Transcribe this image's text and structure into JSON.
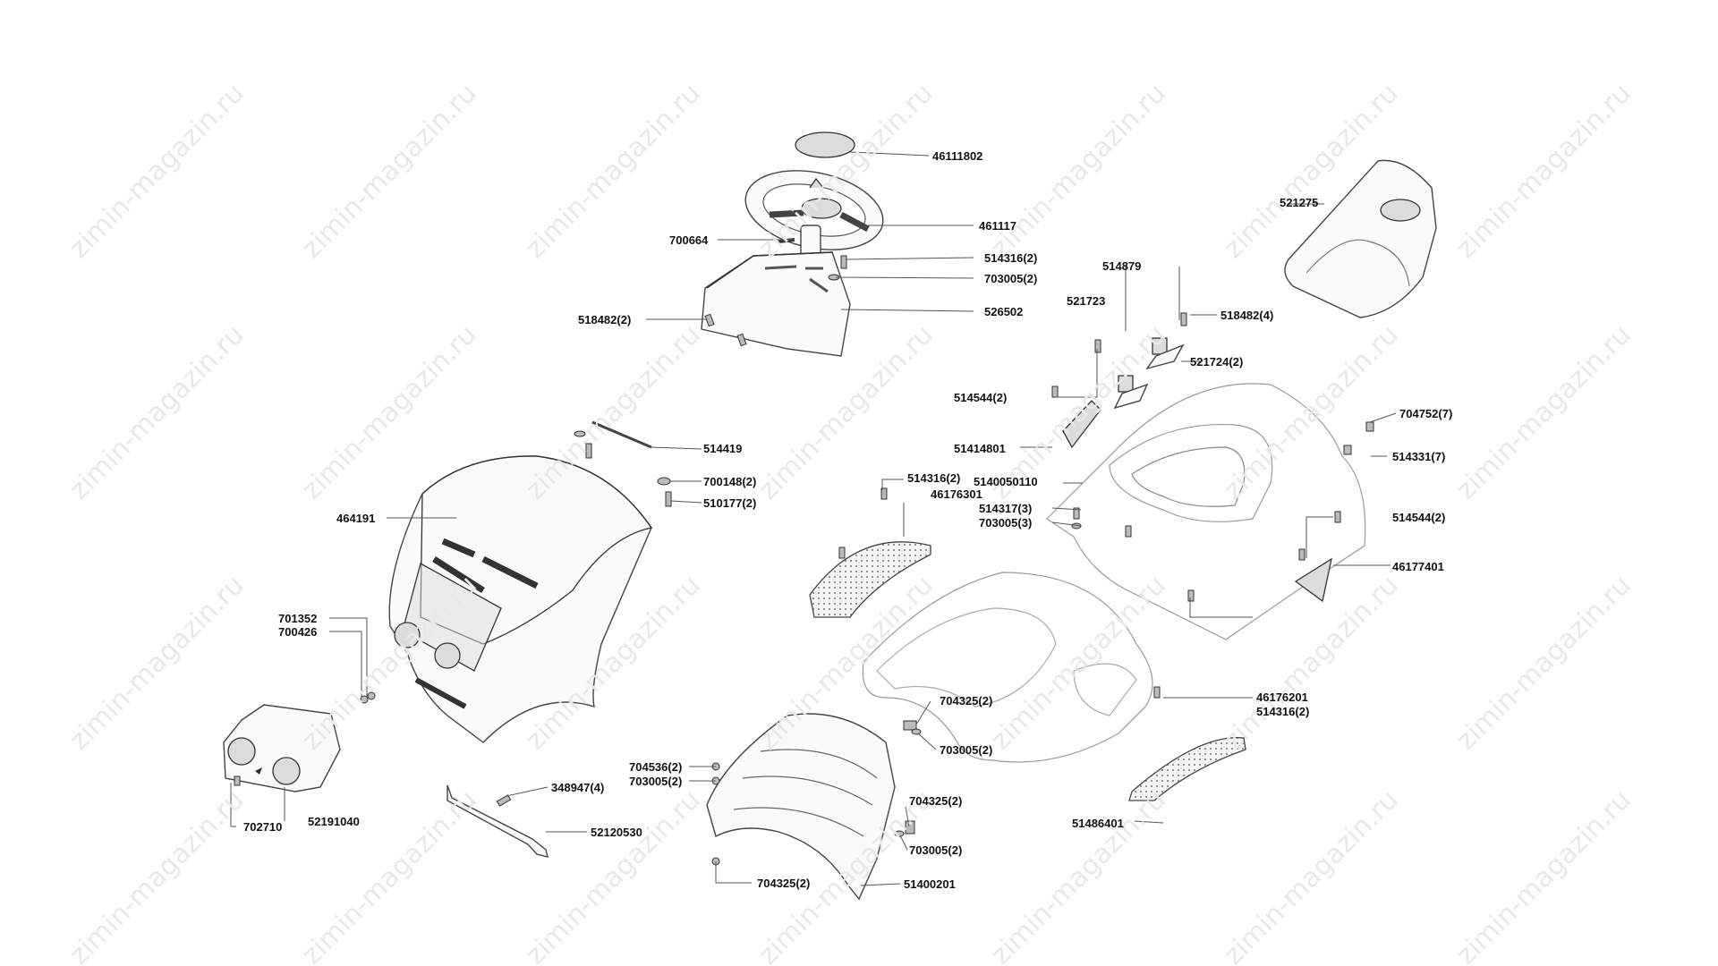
{
  "watermark": "zimin-magazin.ru",
  "parts": {
    "p46111802": "46111802",
    "p461117": "461117",
    "p700664": "700664",
    "p514316_2a": "514316(2)",
    "p703005_2a": "703005(2)",
    "p526502": "526502",
    "p518482_2": "518482(2)",
    "p514419": "514419",
    "p700148_2": "700148(2)",
    "p510177_2": "510177(2)",
    "p464191": "464191",
    "p701352": "701352",
    "p700426": "700426",
    "p702710": "702710",
    "p52191040": "52191040",
    "p348947_4": "348947(4)",
    "p52120530": "52120530",
    "p704536_2": "704536(2)",
    "p703005_2b": "703005(2)",
    "p704325_2a": "704325(2)",
    "p514879": "514879",
    "p518482_4": "518482(4)",
    "p521723": "521723",
    "p521724_2": "521724(2)",
    "p514544_2a": "514544(2)",
    "p51414801": "51414801",
    "p521275": "521275",
    "p704752_7": "704752(7)",
    "p514331_7": "514331(7)",
    "p514316_2b": "514316(2)",
    "p5140050110": "5140050110",
    "p46176301": "46176301",
    "p514317_3": "514317(3)",
    "p703005_3": "703005(3)",
    "p514544_2b": "514544(2)",
    "p46177401": "46177401",
    "p704325_2b": "704325(2)",
    "p703005_2c": "703005(2)",
    "p46176201": "46176201",
    "p514316_2c": "514316(2)",
    "p51486401": "51486401",
    "p704325_2c": "704325(2)",
    "p703005_2d": "703005(2)",
    "p51400201": "51400201"
  }
}
